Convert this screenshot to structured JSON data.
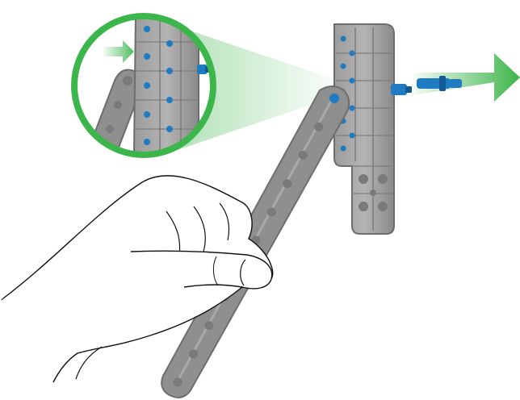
{
  "illustration": {
    "subject": "hand-detaching-beam-and-removing-pin",
    "colors": {
      "part_fill": "#8f8f8f",
      "part_light": "#a9a9a9",
      "part_outline": "#6d6d6d",
      "hole_fill": "#7a7a7a",
      "pin_blue": "#1f7bc2",
      "pin_blue_dark": "#135a94",
      "accent_green": "#3cb54a",
      "accent_green_light": "#d4efd6",
      "hand_stroke": "#111111",
      "hand_fill": "#ffffff"
    },
    "icons": [
      "magnifier-circle",
      "plate-part",
      "beam-part",
      "pin-part",
      "direction-arrow",
      "hand"
    ]
  }
}
